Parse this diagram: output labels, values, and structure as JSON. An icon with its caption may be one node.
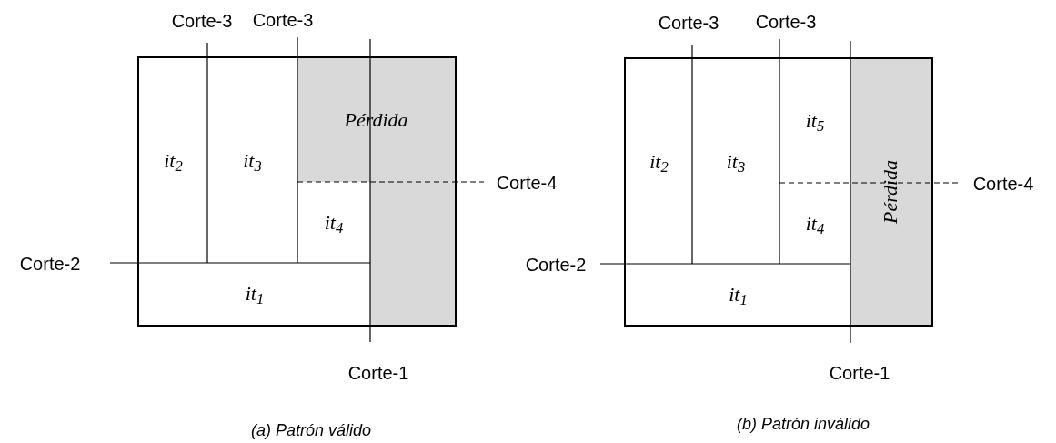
{
  "diagram": {
    "nodes": [
      {
        "text": [],
        "shape": "box"
      },
      {
        "text": [
          "it$_{2}$"
        ],
        "in": 0
      },
      {
        "text": [
          "it$_{3}$"
        ],
        "in": 0
      },
      {
        "text": [
          "Pérdida"
        ],
        "in": 0
      },
      {
        "text": [
          "it$_{4}$"
        ],
        "in": 0
      },
      {
        "text": [
          "it$_{1}$"
        ],
        "in": 0
      },
      {
        "text": [],
        "shape": "box"
      },
      {
        "text": [
          "it$_{2}$"
        ],
        "in": 6
      },
      {
        "text": [
          "it$_{3}$"
        ],
        "in": 6
      },
      {
        "text": [
          "it$_{5}$"
        ],
        "in": 6
      },
      {
        "text": [
          "it$_{4}$"
        ],
        "in": 6
      },
      {
        "text": [
          "Pérdida"
        ],
        "in": 6
      },
      {
        "text": [
          "it$_{1}$"
        ],
        "in": 6
      },
      {
        "text": [],
        "shape": "box",
        "in": 0
      }
    ],
    "labels": [
      "Corte-3",
      "Corte-3",
      "Corte-4",
      "Corte-2",
      "Corte-1",
      "(a) Patrón válido",
      "Corte-3",
      "Corte-3",
      "Corte-4",
      "Corte-2",
      "Corte-1",
      "(b) Patrón inválido"
    ]
  }
}
